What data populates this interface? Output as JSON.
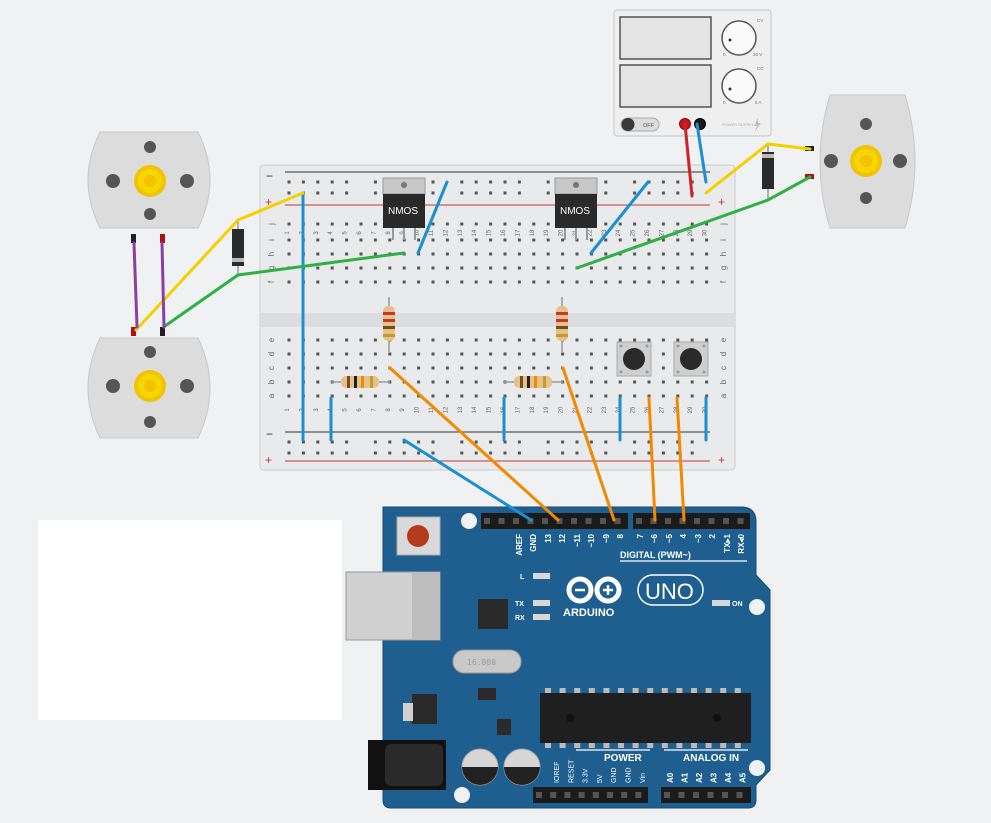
{
  "transistors": [
    {
      "label": "NMOS"
    },
    {
      "label": "NMOS"
    }
  ],
  "breadboard": {
    "plus_sign": "+",
    "minus_sign": "−",
    "columns": [
      "1",
      "2",
      "3",
      "4",
      "5",
      "6",
      "7",
      "8",
      "9",
      "10",
      "11",
      "12",
      "13",
      "14",
      "15",
      "16",
      "17",
      "18",
      "19",
      "20",
      "21",
      "22",
      "23",
      "24",
      "25",
      "26",
      "27",
      "28",
      "29",
      "30"
    ],
    "rows_top": [
      "j",
      "i",
      "h",
      "g",
      "f"
    ],
    "rows_bottom": [
      "e",
      "d",
      "c",
      "b",
      "a"
    ]
  },
  "power_supply": {
    "off_label": "OFF",
    "voltage_max": "30 V",
    "current_max": "5 A",
    "knob_min": "0",
    "cv": "CV",
    "cc": "CC",
    "brand": "POWER SUPPLY"
  },
  "arduino": {
    "brand": "ARDUINO",
    "model": "UNO",
    "digital_label": "DIGITAL (PWM~)",
    "power_label": "POWER",
    "analog_label": "ANALOG IN",
    "on_label": "ON",
    "led_l": "L",
    "led_tx": "TX",
    "led_rx": "RX",
    "crystal": "16.000",
    "top_pins": [
      "AREF",
      "GND",
      "13",
      "12",
      "~11",
      "~10",
      "~9",
      "8",
      "7",
      "~6",
      "~5",
      "4",
      "~3",
      "2",
      "TX▸1",
      "RX◂0"
    ],
    "power_pins": [
      "IOREF",
      "RESET",
      "3.3V",
      "5V",
      "GND",
      "GND",
      "Vin"
    ],
    "analog_pins": [
      "A0",
      "A1",
      "A2",
      "A3",
      "A4",
      "A5"
    ]
  },
  "colors": {
    "wire_blue": "#1a8fd1",
    "wire_orange": "#f08a00",
    "wire_yellow": "#f5d000",
    "wire_green": "#2fb044",
    "wire_purple": "#8a3fa8",
    "wire_red": "#d0202a",
    "arduino_blue": "#1f5f8f"
  }
}
